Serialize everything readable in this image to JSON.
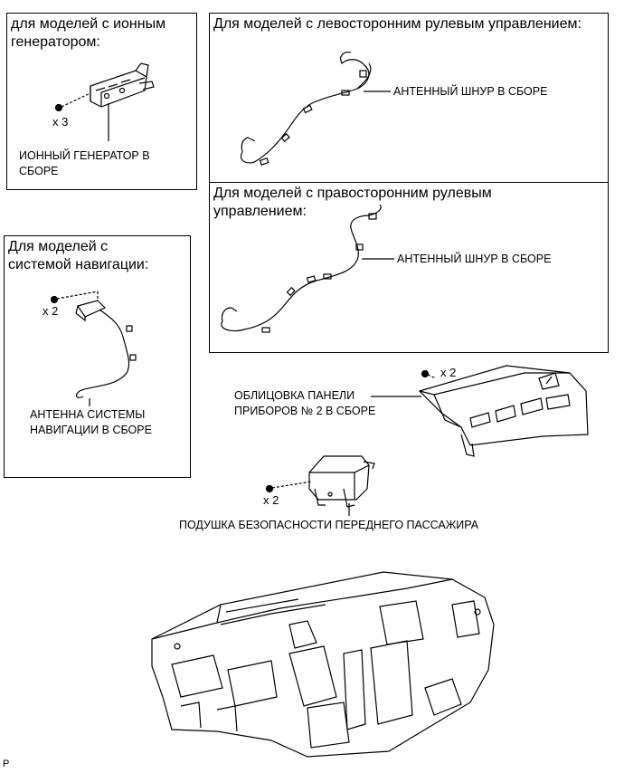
{
  "ion_box": {
    "title_line1": "для моделей с ионным",
    "title_line2": "генератором:",
    "qty": "x 3",
    "part_line1": "ИОННЫЙ ГЕНЕРАТОР В",
    "part_line2": "СБОРЕ"
  },
  "lhd_box": {
    "title": "Для моделей с левосторонним рулевым управлением:",
    "part": "АНТЕННЫЙ ШНУР В СБОРЕ"
  },
  "rhd_box": {
    "title_line1": "Для моделей с правосторонним рулевым",
    "title_line2": "управлением:",
    "part": "АНТЕННЫЙ ШНУР В СБОРЕ"
  },
  "nav_box": {
    "title_line1": "Для моделей с",
    "title_line2": "системой навигации:",
    "qty": "x 2",
    "part_line1": "АНТЕННА СИСТЕМЫ",
    "part_line2": "НАВИГАЦИИ В СБОРЕ"
  },
  "panel": {
    "qty": "x 2",
    "part_line1": "ОБЛИЦОВКА ПАНЕЛИ",
    "part_line2": "ПРИБОРОВ № 2 В СБОРЕ"
  },
  "airbag": {
    "qty": "x 2",
    "part": "ПОДУШКА БЕЗОПАСНОСТИ ПЕРЕДНЕГО ПАССАЖИРА"
  },
  "footer": {
    "code": "P"
  }
}
